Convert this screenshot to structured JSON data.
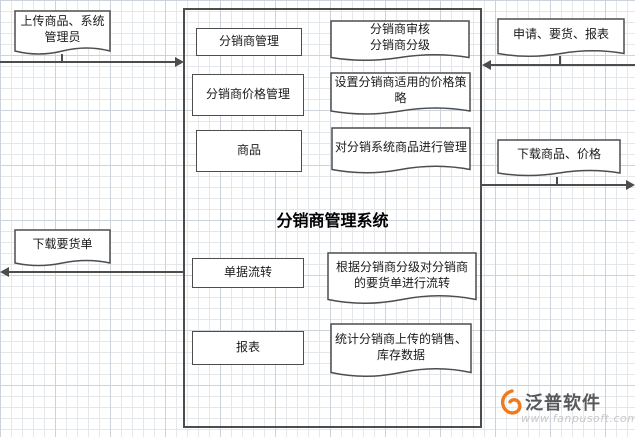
{
  "diagram": {
    "system": {
      "title": "分销商管理系统"
    },
    "modules": [
      {
        "label": "分销商管理"
      },
      {
        "label": "分销商价格管理"
      },
      {
        "label": "商品"
      },
      {
        "label": "单据流转"
      },
      {
        "label": "报表"
      }
    ],
    "functions": [
      {
        "label": "分销商审核\n分销商分级"
      },
      {
        "label": "设置分销商适用的价格策略"
      },
      {
        "label": "对分销系统商品进行管理"
      },
      {
        "label": "根据分销商分级对分销商的要货单进行流转"
      },
      {
        "label": "统计分销商上传的销售、库存数据"
      }
    ],
    "externals": {
      "upload": {
        "label": "上传商品、系统管理员"
      },
      "download_order": {
        "label": "下载要货单"
      },
      "apply": {
        "label": "申请、要货、报表"
      },
      "download_goods": {
        "label": "下载商品、价格"
      }
    }
  },
  "branding": {
    "logo_text": "泛普软件",
    "watermark_url": "www.fanpusoft.com"
  },
  "colors": {
    "line": "#4d4d4d",
    "logo_orange": "#ee7b1d",
    "watermark_gray": "#c8c8c8"
  }
}
